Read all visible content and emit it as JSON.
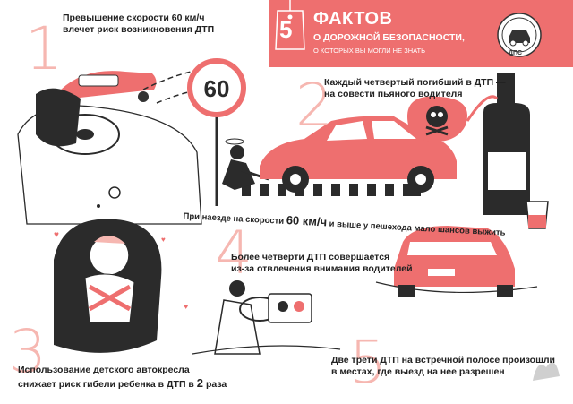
{
  "header": {
    "number": "5",
    "title": "ФАКТОВ",
    "subtitle": "О ДОРОЖНОЙ БЕЗОПАСНОСТИ,",
    "tagline": "О КОТОРЫХ ВЫ МОГЛИ НЕ ЗНАТЬ",
    "logo_icon": "traffic-police-emblem-icon",
    "logo_text": "ДПС"
  },
  "facts": {
    "f1": {
      "num": "1",
      "line1": "Превышение скорости 60 км/ч",
      "line2": "влечет риск возникновения ДТП"
    },
    "f2": {
      "num": "2",
      "line1": "Каждый четвертый погибший в ДТП —",
      "line2": "на совести пьяного водителя"
    },
    "speed": {
      "prefix": "При наезде на скорости",
      "value": "60 км/ч",
      "suffix": "и выше у пешехода мало шансов выжить"
    },
    "f3": {
      "num": "3",
      "line1": "Использование детского автокресла",
      "line2_prefix": "снижает риск гибели ребенка в ДТП в",
      "multiplier": "2",
      "line2_suffix": "раза"
    },
    "f4": {
      "num": "4",
      "line1": "Более четверти ДТП совершается",
      "line2": "из-за отвлечения внимания водителей"
    },
    "f5": {
      "num": "5",
      "line1": "Две трети ДТП на встречной полосе произошли",
      "line2": "в местах, где выезд на нее разрешен"
    }
  },
  "sign": {
    "speed_limit": "60"
  },
  "colors": {
    "accent": "#ee6f6f",
    "light_accent": "#f6b7b1",
    "dark": "#2b2b2b"
  }
}
